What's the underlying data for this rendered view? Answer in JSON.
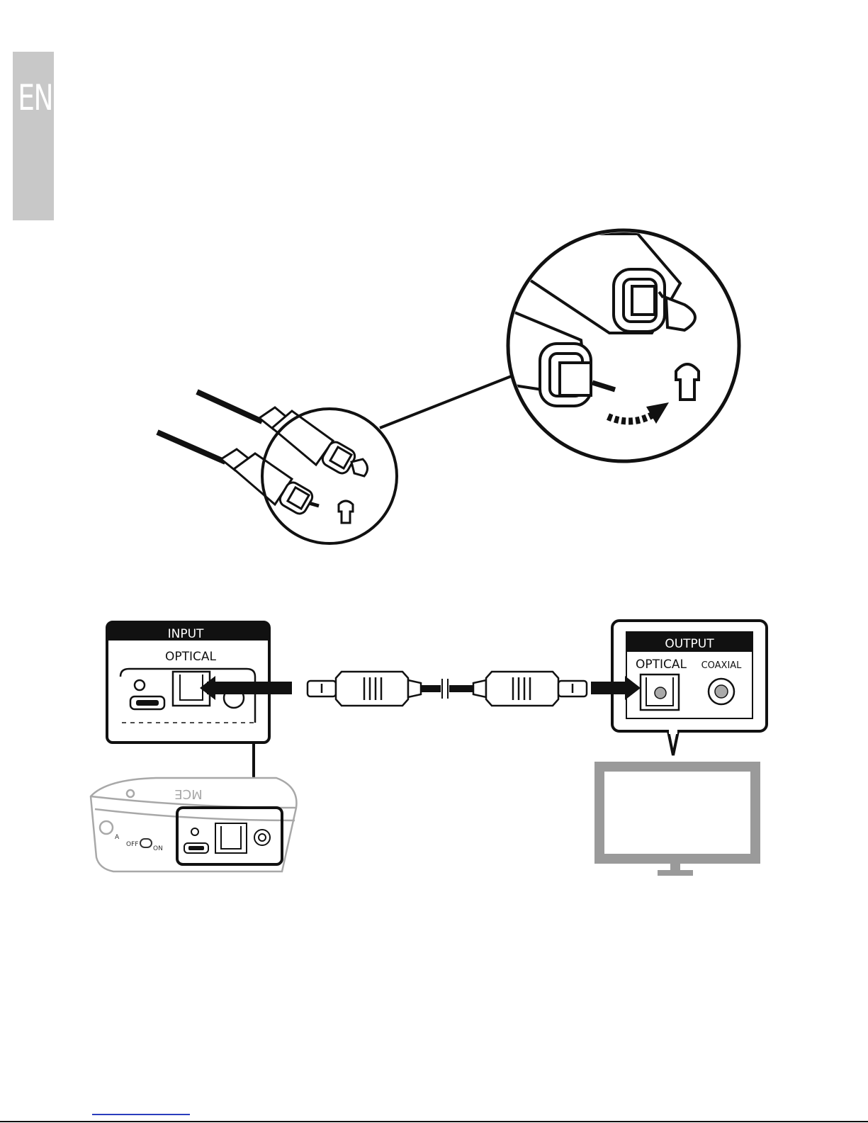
{
  "language_tab": {
    "label": "EN"
  },
  "input_panel": {
    "title": "INPUT",
    "port_label": "OPTICAL"
  },
  "output_panel": {
    "title": "OUTPUT",
    "optical_label": "OPTICAL",
    "coaxial_label": "COAXIAL"
  },
  "device": {
    "logo": "MCE",
    "button_label": "A",
    "switch_off_label": "OFF",
    "switch_on_label": "ON"
  },
  "colors": {
    "ink": "#111111",
    "tab_gray": "#c8c8c8",
    "tv_gray": "#9a9a9a",
    "device_gray": "#a8a8a8"
  }
}
